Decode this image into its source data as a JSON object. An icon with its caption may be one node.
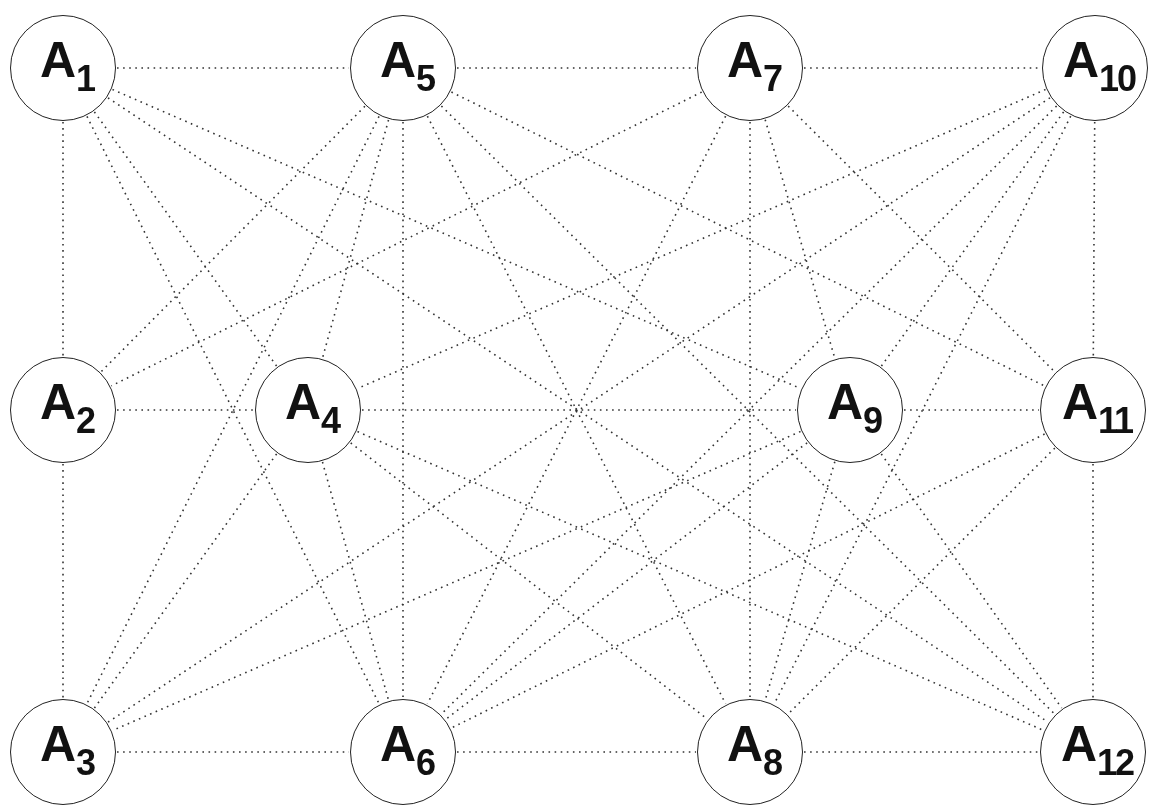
{
  "diagram": {
    "nodes": [
      {
        "text": [
          "A$_{1}$"
        ]
      },
      {
        "text": [
          "A$_{5}$"
        ]
      },
      {
        "text": [
          "A$_{7}$"
        ]
      },
      {
        "text": [
          "A$_{10}$"
        ]
      },
      {
        "text": [
          "A$_{2}$"
        ]
      },
      {
        "text": [
          "A$_{4}$"
        ]
      },
      {
        "text": [
          "A$_{9}$"
        ]
      },
      {
        "text": [
          "A$_{11}$"
        ]
      },
      {
        "text": [
          "A$_{3}$"
        ]
      },
      {
        "text": [
          "A$_{6}$"
        ]
      },
      {
        "text": [
          "A$_{8}$"
        ]
      },
      {
        "text": [
          "A$_{12}$"
        ]
      }
    ],
    "edges": [
      {
        "from": 0,
        "to": 1,
        "arrow": "none"
      },
      {
        "from": 1,
        "to": 2,
        "arrow": "none"
      },
      {
        "from": 2,
        "to": 3,
        "arrow": "none"
      },
      {
        "from": 4,
        "to": 5,
        "arrow": "none"
      },
      {
        "from": 5,
        "to": 6,
        "arrow": "none"
      },
      {
        "from": 6,
        "to": 7,
        "arrow": "none"
      },
      {
        "from": 8,
        "to": 9,
        "arrow": "none"
      },
      {
        "from": 9,
        "to": 10,
        "arrow": "none"
      },
      {
        "from": 10,
        "to": 11,
        "arrow": "none"
      },
      {
        "from": 0,
        "to": 4,
        "arrow": "none"
      },
      {
        "from": 4,
        "to": 8,
        "arrow": "none"
      },
      {
        "from": 3,
        "to": 7,
        "arrow": "none"
      },
      {
        "from": 7,
        "to": 11,
        "arrow": "none"
      },
      {
        "from": 1,
        "to": 9,
        "arrow": "none"
      },
      {
        "from": 2,
        "to": 10,
        "arrow": "none"
      },
      {
        "from": 0,
        "to": 5,
        "arrow": "none"
      },
      {
        "from": 0,
        "to": 9,
        "arrow": "none"
      },
      {
        "from": 0,
        "to": 6,
        "arrow": "none"
      },
      {
        "from": 0,
        "to": 11,
        "arrow": "none"
      },
      {
        "from": 1,
        "to": 4,
        "arrow": "none"
      },
      {
        "from": 1,
        "to": 8,
        "arrow": "none"
      },
      {
        "from": 1,
        "to": 5,
        "arrow": "none"
      },
      {
        "from": 1,
        "to": 10,
        "arrow": "none"
      },
      {
        "from": 1,
        "to": 7,
        "arrow": "none"
      },
      {
        "from": 1,
        "to": 11,
        "arrow": "none"
      },
      {
        "from": 2,
        "to": 4,
        "arrow": "none"
      },
      {
        "from": 2,
        "to": 9,
        "arrow": "none"
      },
      {
        "from": 2,
        "to": 6,
        "arrow": "none"
      },
      {
        "from": 2,
        "to": 7,
        "arrow": "none"
      },
      {
        "from": 3,
        "to": 5,
        "arrow": "none"
      },
      {
        "from": 3,
        "to": 8,
        "arrow": "none"
      },
      {
        "from": 3,
        "to": 9,
        "arrow": "none"
      },
      {
        "from": 3,
        "to": 10,
        "arrow": "none"
      },
      {
        "from": 3,
        "to": 6,
        "arrow": "none"
      },
      {
        "from": 5,
        "to": 8,
        "arrow": "none"
      },
      {
        "from": 5,
        "to": 11,
        "arrow": "none"
      },
      {
        "from": 5,
        "to": 10,
        "arrow": "none"
      },
      {
        "from": 5,
        "to": 9,
        "arrow": "none"
      },
      {
        "from": 6,
        "to": 8,
        "arrow": "none"
      },
      {
        "from": 6,
        "to": 9,
        "arrow": "none"
      },
      {
        "from": 6,
        "to": 10,
        "arrow": "none"
      },
      {
        "from": 6,
        "to": 11,
        "arrow": "none"
      },
      {
        "from": 7,
        "to": 9,
        "arrow": "none"
      },
      {
        "from": 7,
        "to": 10,
        "arrow": "none"
      }
    ]
  }
}
